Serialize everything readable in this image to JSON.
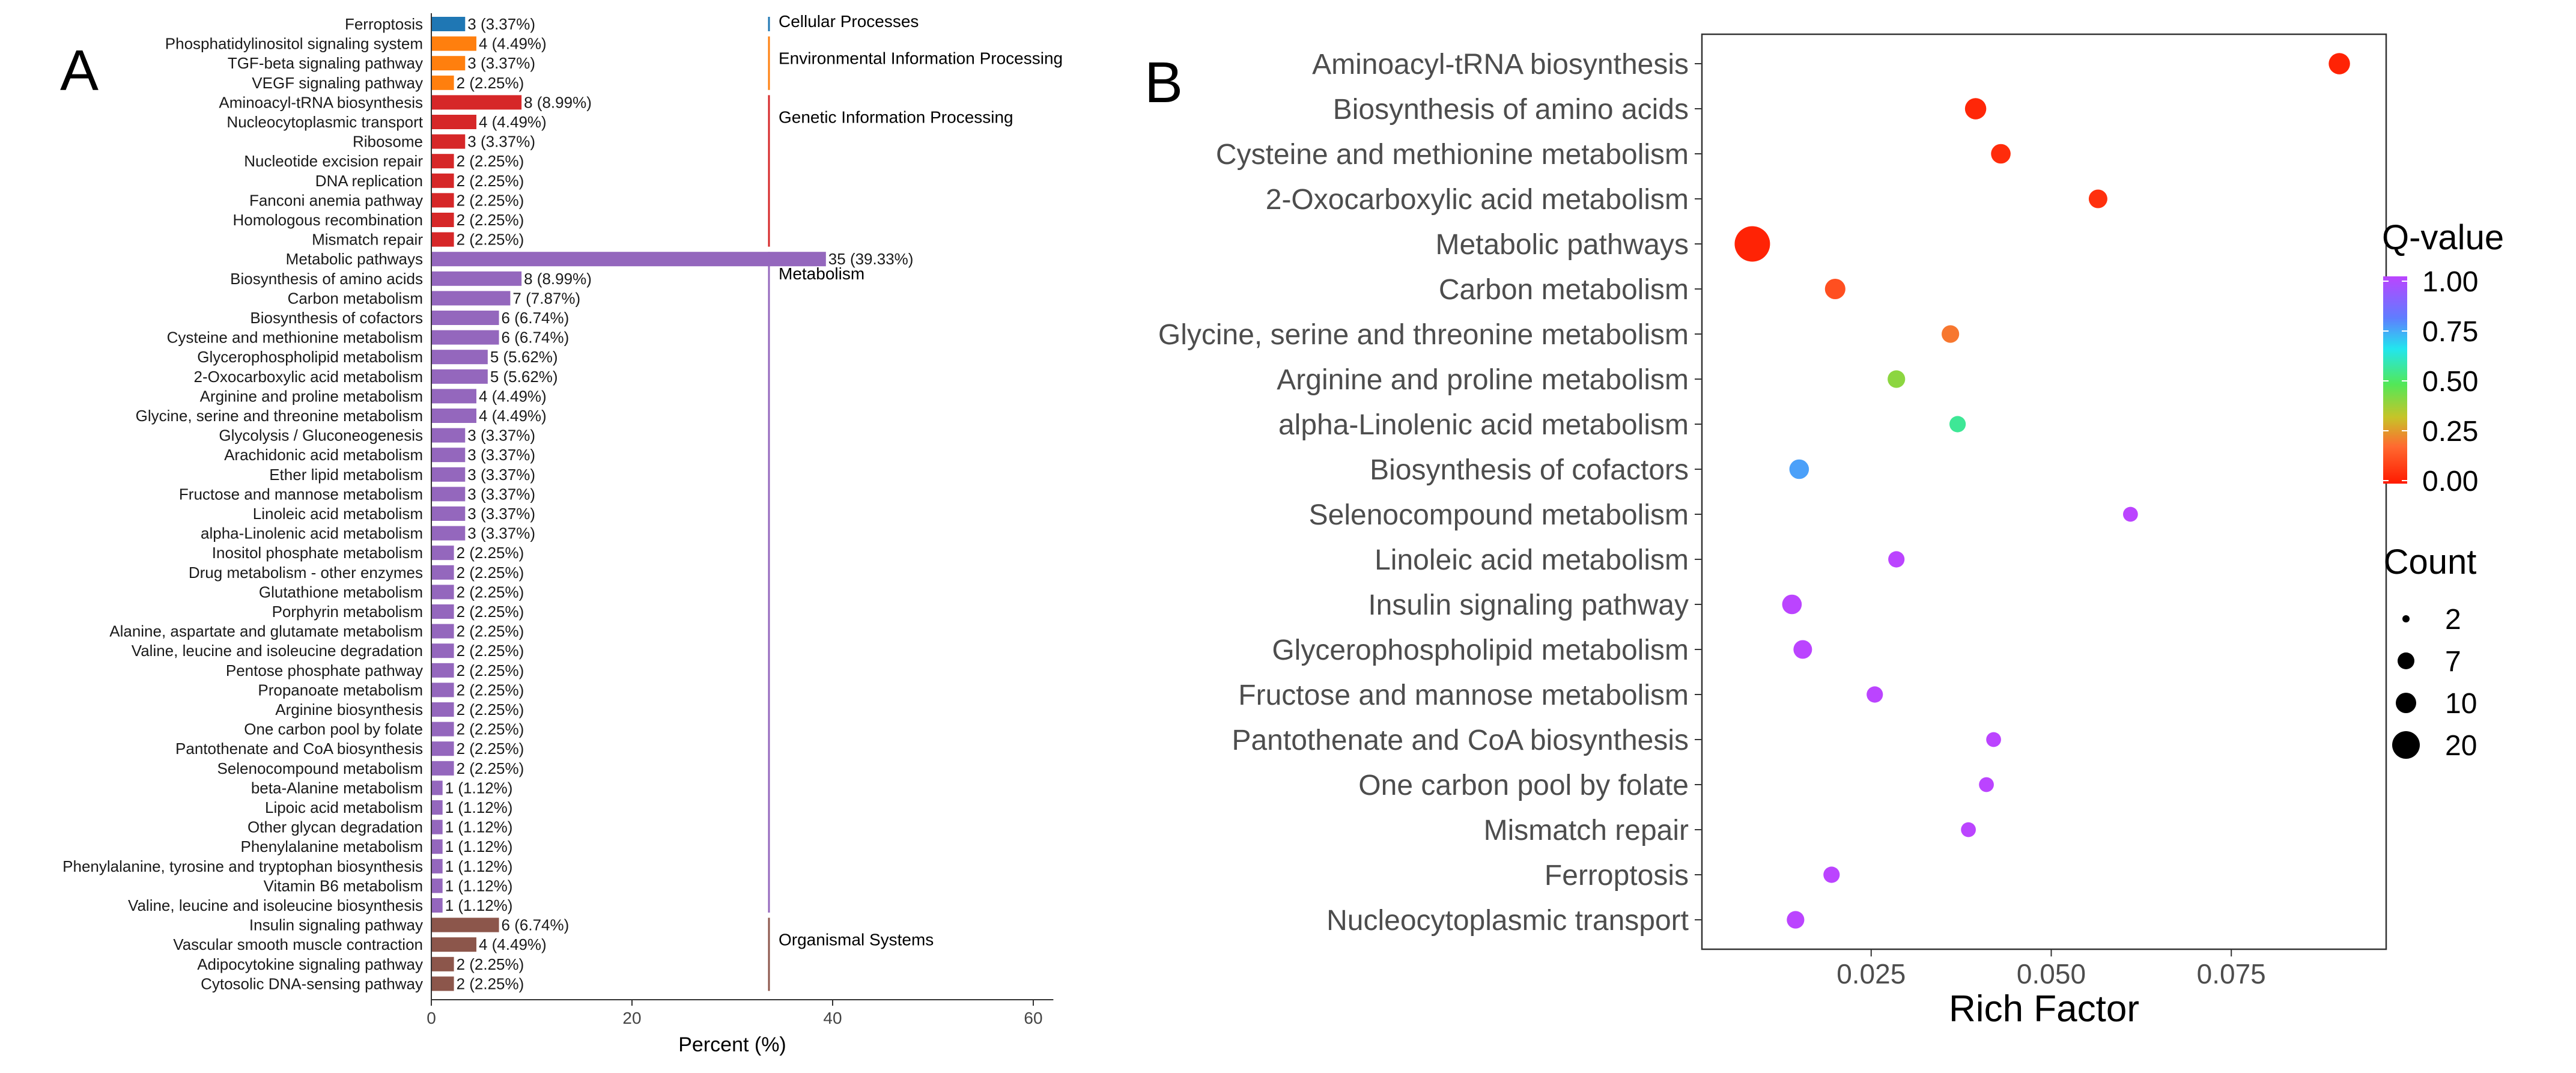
{
  "panels": {
    "a_label": "A",
    "b_label": "B"
  },
  "chart_data": [
    {
      "type": "bar",
      "orientation": "horizontal",
      "xlabel": "Percent (%)",
      "xlim": [
        0,
        60
      ],
      "xticks": [
        0,
        20,
        40,
        60
      ],
      "category_colors": {
        "Cellular Processes": "#1f77b4",
        "Environmental Information Processing": "#ff7f0e",
        "Genetic Information Processing": "#d62728",
        "Metabolism": "#9467bd",
        "Organismal Systems": "#8c564b"
      },
      "groups": [
        "Cellular Processes",
        "Environmental Information Processing",
        "Genetic Information Processing",
        "Metabolism",
        "Organismal Systems"
      ],
      "bars": [
        {
          "label": "Ferroptosis",
          "count": 3,
          "percent": 3.37,
          "text": "3 (3.37%)",
          "group": "Cellular Processes"
        },
        {
          "label": "Phosphatidylinositol signaling system",
          "count": 4,
          "percent": 4.49,
          "text": "4 (4.49%)",
          "group": "Environmental Information Processing"
        },
        {
          "label": "TGF-beta signaling pathway",
          "count": 3,
          "percent": 3.37,
          "text": "3 (3.37%)",
          "group": "Environmental Information Processing"
        },
        {
          "label": "VEGF signaling pathway",
          "count": 2,
          "percent": 2.25,
          "text": "2 (2.25%)",
          "group": "Environmental Information Processing"
        },
        {
          "label": "Aminoacyl-tRNA biosynthesis",
          "count": 8,
          "percent": 8.99,
          "text": "8 (8.99%)",
          "group": "Genetic Information Processing"
        },
        {
          "label": "Nucleocytoplasmic transport",
          "count": 4,
          "percent": 4.49,
          "text": "4 (4.49%)",
          "group": "Genetic Information Processing"
        },
        {
          "label": "Ribosome",
          "count": 3,
          "percent": 3.37,
          "text": "3 (3.37%)",
          "group": "Genetic Information Processing"
        },
        {
          "label": "Nucleotide excision repair",
          "count": 2,
          "percent": 2.25,
          "text": "2 (2.25%)",
          "group": "Genetic Information Processing"
        },
        {
          "label": "DNA replication",
          "count": 2,
          "percent": 2.25,
          "text": "2 (2.25%)",
          "group": "Genetic Information Processing"
        },
        {
          "label": "Fanconi anemia pathway",
          "count": 2,
          "percent": 2.25,
          "text": "2 (2.25%)",
          "group": "Genetic Information Processing"
        },
        {
          "label": "Homologous recombination",
          "count": 2,
          "percent": 2.25,
          "text": "2 (2.25%)",
          "group": "Genetic Information Processing"
        },
        {
          "label": "Mismatch repair",
          "count": 2,
          "percent": 2.25,
          "text": "2 (2.25%)",
          "group": "Genetic Information Processing"
        },
        {
          "label": "Metabolic pathways",
          "count": 35,
          "percent": 39.33,
          "text": "35 (39.33%)",
          "group": "Metabolism"
        },
        {
          "label": "Biosynthesis of amino acids",
          "count": 8,
          "percent": 8.99,
          "text": "8 (8.99%)",
          "group": "Metabolism"
        },
        {
          "label": "Carbon metabolism",
          "count": 7,
          "percent": 7.87,
          "text": "7 (7.87%)",
          "group": "Metabolism"
        },
        {
          "label": "Biosynthesis of cofactors",
          "count": 6,
          "percent": 6.74,
          "text": "6 (6.74%)",
          "group": "Metabolism"
        },
        {
          "label": "Cysteine and methionine metabolism",
          "count": 6,
          "percent": 6.74,
          "text": "6 (6.74%)",
          "group": "Metabolism"
        },
        {
          "label": "Glycerophospholipid metabolism",
          "count": 5,
          "percent": 5.62,
          "text": "5 (5.62%)",
          "group": "Metabolism"
        },
        {
          "label": "2-Oxocarboxylic acid metabolism",
          "count": 5,
          "percent": 5.62,
          "text": "5 (5.62%)",
          "group": "Metabolism"
        },
        {
          "label": "Arginine and proline metabolism",
          "count": 4,
          "percent": 4.49,
          "text": "4 (4.49%)",
          "group": "Metabolism"
        },
        {
          "label": "Glycine, serine and threonine metabolism",
          "count": 4,
          "percent": 4.49,
          "text": "4 (4.49%)",
          "group": "Metabolism"
        },
        {
          "label": "Glycolysis / Gluconeogenesis",
          "count": 3,
          "percent": 3.37,
          "text": "3 (3.37%)",
          "group": "Metabolism"
        },
        {
          "label": "Arachidonic acid metabolism",
          "count": 3,
          "percent": 3.37,
          "text": "3 (3.37%)",
          "group": "Metabolism"
        },
        {
          "label": "Ether lipid metabolism",
          "count": 3,
          "percent": 3.37,
          "text": "3 (3.37%)",
          "group": "Metabolism"
        },
        {
          "label": "Fructose and mannose metabolism",
          "count": 3,
          "percent": 3.37,
          "text": "3 (3.37%)",
          "group": "Metabolism"
        },
        {
          "label": "Linoleic acid metabolism",
          "count": 3,
          "percent": 3.37,
          "text": "3 (3.37%)",
          "group": "Metabolism"
        },
        {
          "label": "alpha-Linolenic acid metabolism",
          "count": 3,
          "percent": 3.37,
          "text": "3 (3.37%)",
          "group": "Metabolism"
        },
        {
          "label": "Inositol phosphate metabolism",
          "count": 2,
          "percent": 2.25,
          "text": "2 (2.25%)",
          "group": "Metabolism"
        },
        {
          "label": "Drug metabolism - other enzymes",
          "count": 2,
          "percent": 2.25,
          "text": "2 (2.25%)",
          "group": "Metabolism"
        },
        {
          "label": "Glutathione metabolism",
          "count": 2,
          "percent": 2.25,
          "text": "2 (2.25%)",
          "group": "Metabolism"
        },
        {
          "label": "Porphyrin metabolism",
          "count": 2,
          "percent": 2.25,
          "text": "2 (2.25%)",
          "group": "Metabolism"
        },
        {
          "label": "Alanine, aspartate and glutamate metabolism",
          "count": 2,
          "percent": 2.25,
          "text": "2 (2.25%)",
          "group": "Metabolism"
        },
        {
          "label": "Valine, leucine and isoleucine degradation",
          "count": 2,
          "percent": 2.25,
          "text": "2 (2.25%)",
          "group": "Metabolism"
        },
        {
          "label": "Pentose phosphate pathway",
          "count": 2,
          "percent": 2.25,
          "text": "2 (2.25%)",
          "group": "Metabolism"
        },
        {
          "label": "Propanoate metabolism",
          "count": 2,
          "percent": 2.25,
          "text": "2 (2.25%)",
          "group": "Metabolism"
        },
        {
          "label": "Arginine biosynthesis",
          "count": 2,
          "percent": 2.25,
          "text": "2 (2.25%)",
          "group": "Metabolism"
        },
        {
          "label": "One carbon pool by folate",
          "count": 2,
          "percent": 2.25,
          "text": "2 (2.25%)",
          "group": "Metabolism"
        },
        {
          "label": "Pantothenate and CoA biosynthesis",
          "count": 2,
          "percent": 2.25,
          "text": "2 (2.25%)",
          "group": "Metabolism"
        },
        {
          "label": "Selenocompound metabolism",
          "count": 2,
          "percent": 2.25,
          "text": "2 (2.25%)",
          "group": "Metabolism"
        },
        {
          "label": "beta-Alanine metabolism",
          "count": 1,
          "percent": 1.12,
          "text": "1 (1.12%)",
          "group": "Metabolism"
        },
        {
          "label": "Lipoic acid metabolism",
          "count": 1,
          "percent": 1.12,
          "text": "1 (1.12%)",
          "group": "Metabolism"
        },
        {
          "label": "Other glycan degradation",
          "count": 1,
          "percent": 1.12,
          "text": "1 (1.12%)",
          "group": "Metabolism"
        },
        {
          "label": "Phenylalanine metabolism",
          "count": 1,
          "percent": 1.12,
          "text": "1 (1.12%)",
          "group": "Metabolism"
        },
        {
          "label": "Phenylalanine, tyrosine and tryptophan biosynthesis",
          "count": 1,
          "percent": 1.12,
          "text": "1 (1.12%)",
          "group": "Metabolism"
        },
        {
          "label": "Vitamin B6 metabolism",
          "count": 1,
          "percent": 1.12,
          "text": "1 (1.12%)",
          "group": "Metabolism"
        },
        {
          "label": "Valine, leucine and isoleucine biosynthesis",
          "count": 1,
          "percent": 1.12,
          "text": "1 (1.12%)",
          "group": "Metabolism"
        },
        {
          "label": "Insulin signaling pathway",
          "count": 6,
          "percent": 6.74,
          "text": "6 (6.74%)",
          "group": "Organismal Systems"
        },
        {
          "label": "Vascular smooth muscle contraction",
          "count": 4,
          "percent": 4.49,
          "text": "4 (4.49%)",
          "group": "Organismal Systems"
        },
        {
          "label": "Adipocytokine signaling pathway",
          "count": 2,
          "percent": 2.25,
          "text": "2 (2.25%)",
          "group": "Organismal Systems"
        },
        {
          "label": "Cytosolic DNA-sensing pathway",
          "count": 2,
          "percent": 2.25,
          "text": "2 (2.25%)",
          "group": "Organismal Systems"
        }
      ]
    },
    {
      "type": "scatter",
      "xlabel": "Rich Factor",
      "xlim": [
        0.0015,
        0.0965
      ],
      "xticks": [
        0.025,
        0.05,
        0.075
      ],
      "xtick_labels": [
        "0.025",
        "0.050",
        "0.075"
      ],
      "grid": false,
      "color_legend": {
        "title": "Q-value",
        "ticks": [
          "1.00",
          "0.75",
          "0.50",
          "0.25",
          "0.00"
        ],
        "low_color": "#ff1a00",
        "high_color": "#bb44ff"
      },
      "size_legend": {
        "title": "Count",
        "values": [
          2,
          7,
          10,
          20
        ]
      },
      "points": [
        {
          "label": "Aminoacyl-tRNA biosynthesis",
          "rich_factor": 0.09,
          "q_value": 0.02,
          "count": 8
        },
        {
          "label": "Biosynthesis of amino acids",
          "rich_factor": 0.0395,
          "q_value": 0.03,
          "count": 8
        },
        {
          "label": "Cysteine and methionine metabolism",
          "rich_factor": 0.043,
          "q_value": 0.04,
          "count": 6
        },
        {
          "label": "2-Oxocarboxylic acid metabolism",
          "rich_factor": 0.0565,
          "q_value": 0.05,
          "count": 5
        },
        {
          "label": "Metabolic pathways",
          "rich_factor": 0.0085,
          "q_value": 0.02,
          "count": 35
        },
        {
          "label": "Carbon metabolism",
          "rich_factor": 0.02,
          "q_value": 0.12,
          "count": 7
        },
        {
          "label": "Glycine, serine and threonine metabolism",
          "rich_factor": 0.036,
          "q_value": 0.2,
          "count": 4
        },
        {
          "label": "Arginine and proline metabolism",
          "rich_factor": 0.0285,
          "q_value": 0.4,
          "count": 4
        },
        {
          "label": "alpha-Linolenic acid metabolism",
          "rich_factor": 0.037,
          "q_value": 0.55,
          "count": 3
        },
        {
          "label": "Biosynthesis of cofactors",
          "rich_factor": 0.015,
          "q_value": 0.75,
          "count": 6
        },
        {
          "label": "Selenocompound metabolism",
          "rich_factor": 0.061,
          "q_value": 1.0,
          "count": 2
        },
        {
          "label": "Linoleic acid metabolism",
          "rich_factor": 0.0285,
          "q_value": 1.0,
          "count": 3
        },
        {
          "label": "Insulin signaling pathway",
          "rich_factor": 0.014,
          "q_value": 1.0,
          "count": 6
        },
        {
          "label": "Glycerophospholipid metabolism",
          "rich_factor": 0.0155,
          "q_value": 1.0,
          "count": 5
        },
        {
          "label": "Fructose and mannose metabolism",
          "rich_factor": 0.0255,
          "q_value": 1.0,
          "count": 3
        },
        {
          "label": "Pantothenate and CoA biosynthesis",
          "rich_factor": 0.042,
          "q_value": 1.0,
          "count": 2
        },
        {
          "label": "One carbon pool by folate",
          "rich_factor": 0.041,
          "q_value": 1.0,
          "count": 2
        },
        {
          "label": "Mismatch repair",
          "rich_factor": 0.0385,
          "q_value": 1.0,
          "count": 2
        },
        {
          "label": "Ferroptosis",
          "rich_factor": 0.0195,
          "q_value": 1.0,
          "count": 3
        },
        {
          "label": "Nucleocytoplasmic transport",
          "rich_factor": 0.0145,
          "q_value": 1.0,
          "count": 4
        }
      ]
    }
  ]
}
